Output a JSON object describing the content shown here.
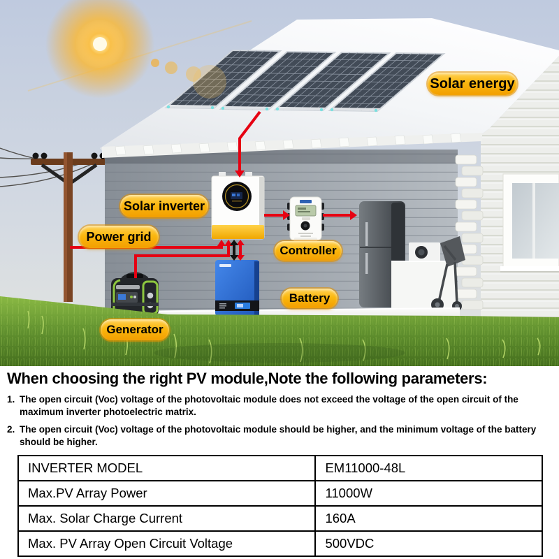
{
  "scene": {
    "labels": {
      "solar_energy": "Solar energy",
      "solar_inverter": "Solar inverter",
      "power_grid": "Power grid",
      "controller": "Controller",
      "battery": "Battery",
      "generator": "Generator"
    },
    "colors": {
      "label_pill": "#fab70f",
      "wire_red": "#e60012",
      "wire_black": "#111111",
      "battery_blue": "#2f6fd8",
      "inverter_band_yellow": "#f7b71e",
      "grass_green": "#5d8f30"
    }
  },
  "heading": "When choosing the right PV module,Note the following parameters:",
  "notes": [
    {
      "num": "1.",
      "text": "The open circuit (Voc) voltage of the photovoltaic module does not exceed the voltage of the open circuit of the maximum inverter photoelectric matrix."
    },
    {
      "num": "2.",
      "text": "The open circuit (Voc) voltage of the photovoltaic module should be higher, and the minimum voltage of the battery should be higher."
    }
  ],
  "specs": {
    "rows": [
      {
        "label": "INVERTER MODEL",
        "value": "EM11000-48L"
      },
      {
        "label": "Max.PV Array Power",
        "value": "11000W"
      },
      {
        "label": "Max. Solar Charge Current",
        "value": "160A"
      },
      {
        "label": "Max. PV Array Open Circuit Voltage",
        "value": "500VDC"
      }
    ]
  }
}
